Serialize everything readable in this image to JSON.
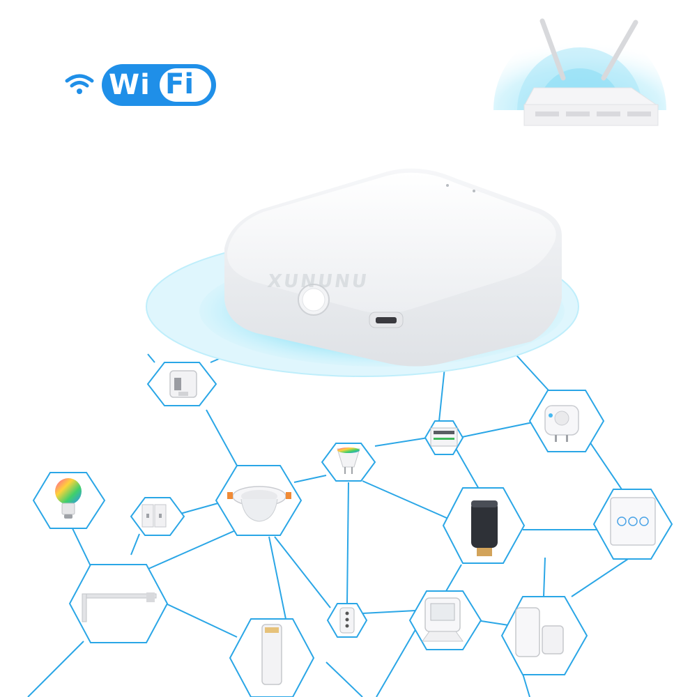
{
  "badge": {
    "wi": "Wi",
    "fi": "Fi"
  },
  "watermark": "XUNUNU",
  "colors": {
    "network_line": "#2aa6e6",
    "glow": "#34c6ee",
    "badge_blue": "#1f8fe8",
    "hub_body": "#f4f5f7"
  },
  "icons": {
    "router": "wifi-router-icon",
    "hub": "zigbee-hub-icon"
  },
  "devices": [
    {
      "id": "fingerbot",
      "icon": "switch-bot-icon"
    },
    {
      "id": "rgb-bulb",
      "icon": "rgb-bulb-icon"
    },
    {
      "id": "relay-switch",
      "icon": "wall-relay-icon"
    },
    {
      "id": "downlight",
      "icon": "downlight-icon"
    },
    {
      "id": "gu10-bulb",
      "icon": "gu10-bulb-icon"
    },
    {
      "id": "breaker-module",
      "icon": "breaker-module-icon"
    },
    {
      "id": "smart-plug",
      "icon": "smart-plug-icon"
    },
    {
      "id": "radiator-valve",
      "icon": "thermostat-valve-icon"
    },
    {
      "id": "curtain-switch",
      "icon": "curtain-switch-icon"
    },
    {
      "id": "curtain-track",
      "icon": "curtain-track-icon"
    },
    {
      "id": "roller-motor",
      "icon": "roller-motor-icon"
    },
    {
      "id": "remote",
      "icon": "remote-control-icon"
    },
    {
      "id": "temp-sensor",
      "icon": "temperature-humidity-sensor-icon"
    },
    {
      "id": "door-sensor",
      "icon": "door-window-sensor-icon"
    }
  ]
}
